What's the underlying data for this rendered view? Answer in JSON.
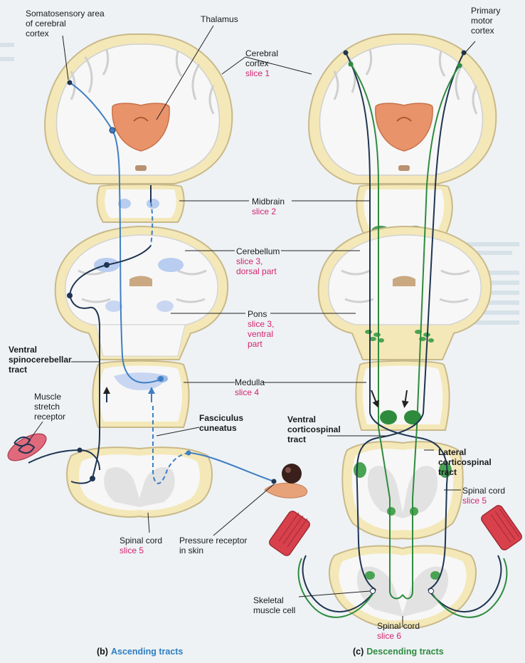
{
  "labels": {
    "somatosensory": [
      "Somatosensory area",
      "of cerebral",
      "cortex"
    ],
    "thalamus": "Thalamus",
    "cerebral_cortex": {
      "name": [
        "Cerebral",
        "cortex"
      ],
      "slice": "slice 1"
    },
    "primary_motor": [
      "Primary",
      "motor",
      "cortex"
    ],
    "midbrain": {
      "name": "Midbrain",
      "slice": "slice 2"
    },
    "cerebellum": {
      "name": "Cerebellum",
      "slice": [
        "slice 3,",
        "dorsal part"
      ]
    },
    "pons": {
      "name": "Pons",
      "slice": [
        "slice 3,",
        "ventral",
        "part"
      ]
    },
    "ventral_spinocerebellar": [
      "Ventral",
      "spinocerebellar",
      "tract"
    ],
    "medulla": {
      "name": "Medulla",
      "slice": "slice 4"
    },
    "muscle_stretch": [
      "Muscle",
      "stretch",
      "receptor"
    ],
    "fasciculus": [
      "Fasciculus",
      "cuneatus"
    ],
    "ventral_corticospinal": [
      "Ventral",
      "corticospinal",
      "tract"
    ],
    "lateral_corticospinal": [
      "Lateral",
      "corticospinal",
      "tract"
    ],
    "spinal_cord_b": {
      "name": "Spinal cord",
      "slice": "slice 5"
    },
    "spinal_cord_c5": {
      "name": "Spinal cord",
      "slice": "slice 5"
    },
    "pressure_receptor": [
      "Pressure receptor",
      "in skin"
    ],
    "skeletal_muscle": [
      "Skeletal",
      "muscle cell"
    ],
    "spinal_cord_c6": {
      "name": "Spinal cord",
      "slice": "slice 6"
    }
  },
  "captions": {
    "b": {
      "letter": "(b)",
      "title": "Ascending tracts"
    },
    "c": {
      "letter": "(c)",
      "title": "Descending tracts"
    }
  },
  "colors": {
    "ascending": "#3d7fc4",
    "descending": "#2e8b3e",
    "thalamus": "#e8936a",
    "tissue_outer": "#f4e8b8",
    "tissue_border": "#c9b98a",
    "gray_matter": "#e2e2e2",
    "slice_label": "#d2246f"
  }
}
